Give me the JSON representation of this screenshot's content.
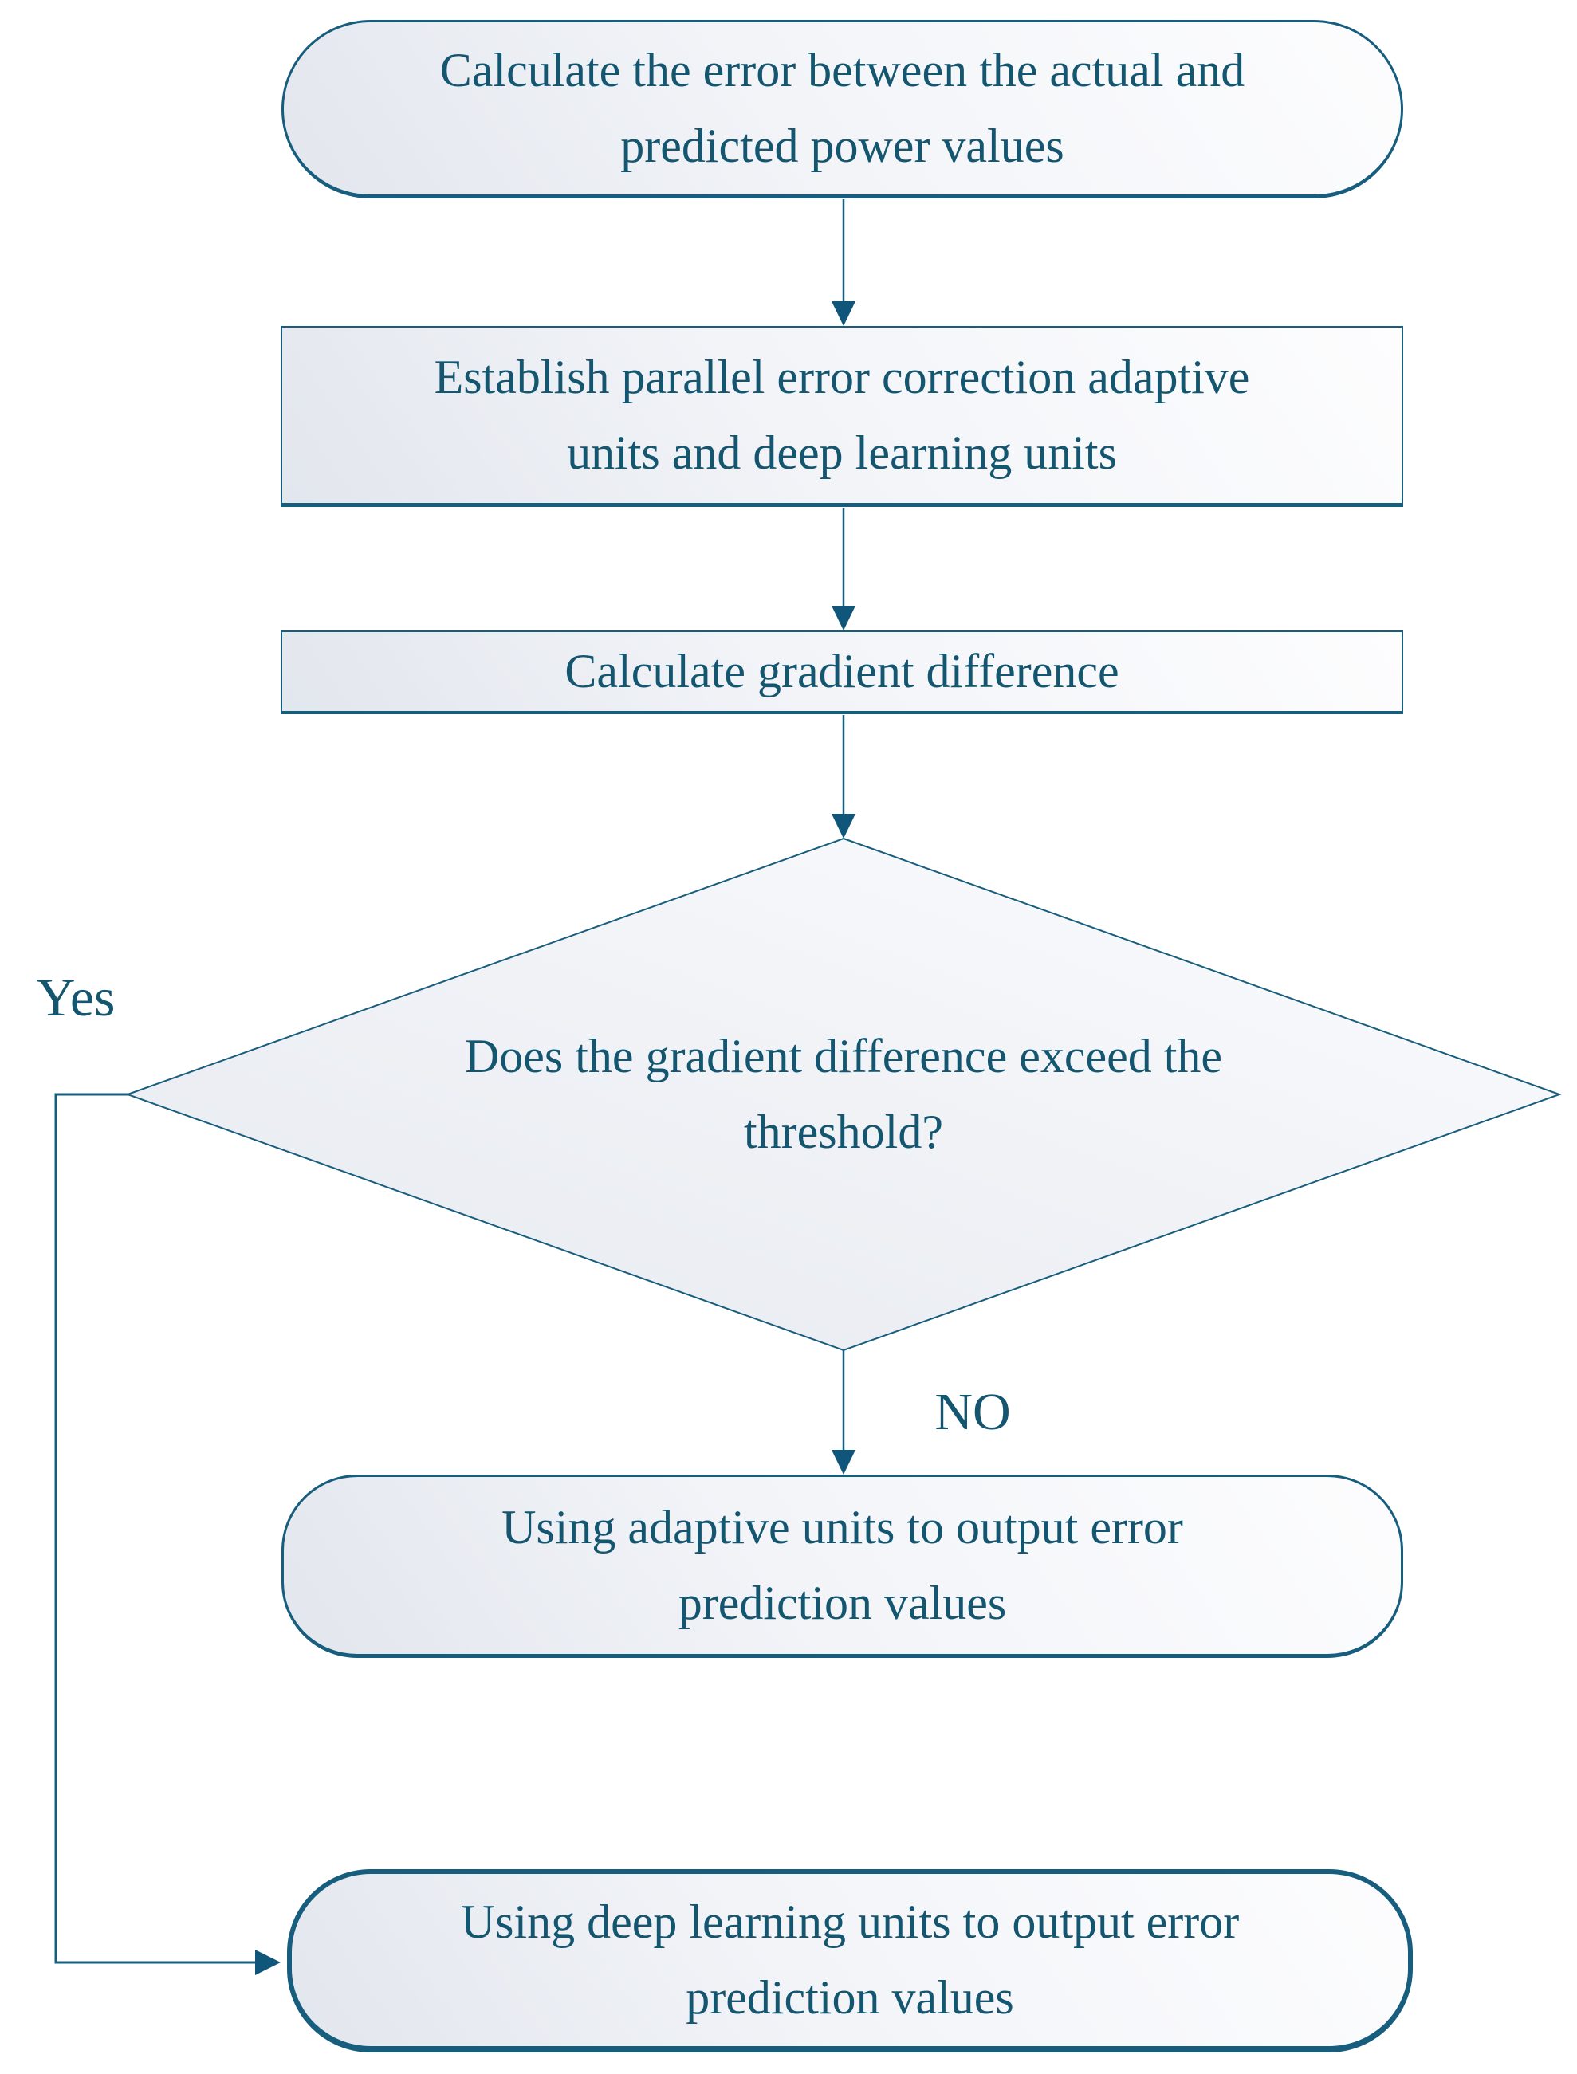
{
  "diagram": {
    "type": "flowchart",
    "colors": {
      "stroke": "#175d7e",
      "arrow_fill": "#10567a",
      "text": "#14566f",
      "node_fill_dark": "#e2e6ed",
      "node_fill_light": "#fdfdfe",
      "background": "#ffffff"
    },
    "nodes": [
      {
        "id": "calc-error",
        "shape": "terminator",
        "label": "Calculate the error between the actual and\npredicted power values"
      },
      {
        "id": "establish-units",
        "shape": "process",
        "label": "Establish parallel error correction adaptive\nunits and deep learning units"
      },
      {
        "id": "calc-gradient",
        "shape": "process",
        "label": "Calculate gradient difference"
      },
      {
        "id": "threshold-decision",
        "shape": "decision",
        "label": "Does the gradient difference exceed the\nthreshold?"
      },
      {
        "id": "adaptive-output",
        "shape": "terminator",
        "label": "Using adaptive units to output error\nprediction values"
      },
      {
        "id": "deep-output",
        "shape": "terminator",
        "label": "Using deep learning units to output error\nprediction values"
      }
    ],
    "edges": [
      {
        "from": "calc-error",
        "to": "establish-units",
        "label": ""
      },
      {
        "from": "establish-units",
        "to": "calc-gradient",
        "label": ""
      },
      {
        "from": "calc-gradient",
        "to": "threshold-decision",
        "label": ""
      },
      {
        "from": "threshold-decision",
        "to": "adaptive-output",
        "label": "NO"
      },
      {
        "from": "threshold-decision",
        "to": "deep-output",
        "label": "Yes"
      }
    ]
  }
}
